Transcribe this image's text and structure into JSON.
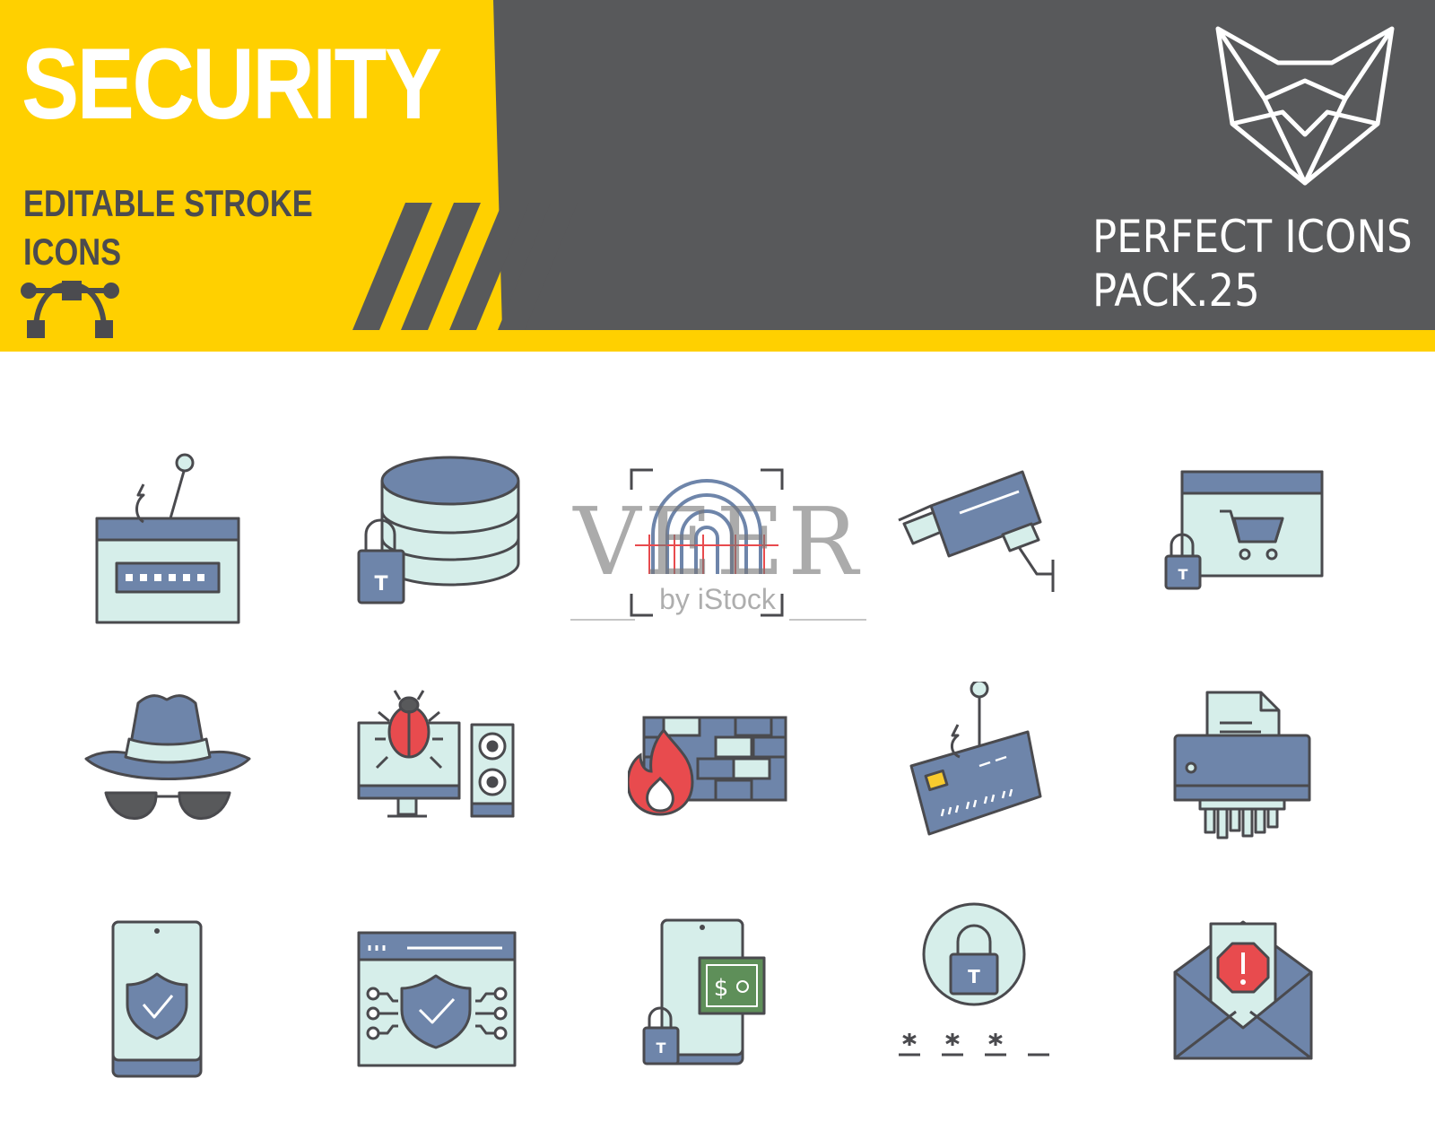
{
  "banner": {
    "title": "SECURITY",
    "subtitle_line1": "EDITABLE STROKE",
    "subtitle_line2": "ICONS",
    "brand_line1": "PERFECT ICONS",
    "brand_line2": "PACK.25",
    "colors": {
      "yellow": "#FFD000",
      "dark": "#58595B",
      "text_dark": "#4B4B4F"
    },
    "icons": [
      "bezier-curve-icon",
      "fox-logo-icon"
    ]
  },
  "watermark": {
    "main": "VEER",
    "sub": "by iStock"
  },
  "palette": {
    "blue": "#6E85AA",
    "mint": "#D6EEEA",
    "outline": "#4A4A4E",
    "red": "#E84B4E",
    "green": "#5E8F59",
    "yellow": "#F8CB2E"
  },
  "icons": [
    "phishing-password-icon",
    "database-lock-icon",
    "fingerprint-scan-icon",
    "cctv-camera-icon",
    "shop-lock-icon",
    "spy-hat-glasses-icon",
    "computer-bug-icon",
    "firewall-icon",
    "phishing-credit-card-icon",
    "paper-shredder-icon",
    "mobile-shield-icon",
    "web-shield-icon",
    "mobile-money-lock-icon",
    "password-lock-icon",
    "email-alert-icon"
  ]
}
